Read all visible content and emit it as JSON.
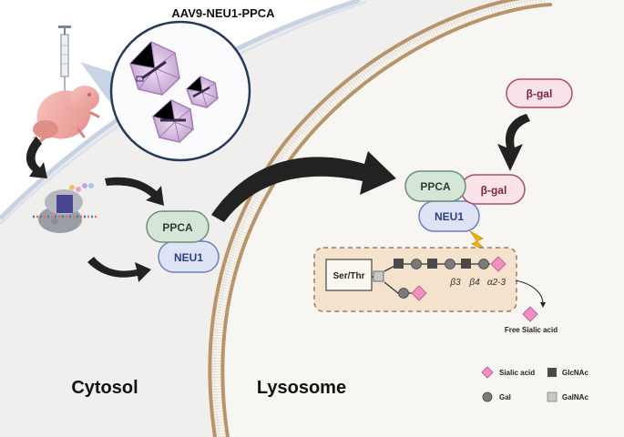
{
  "title": "AAV9-NEU1-PPCA",
  "proteins": {
    "ppca_cytosol": "PPCA",
    "neu1_cytosol": "NEU1",
    "bgal_free": "β-gal",
    "ppca_lyso": "PPCA",
    "bgal_lyso": "β-gal",
    "neu1_lyso": "NEU1"
  },
  "glycan": {
    "anchor": "Ser/Thr",
    "link1": "β3",
    "link2": "β4",
    "link3": "α2-3"
  },
  "free_sialic": "Free Sialic acid",
  "compartments": {
    "cytosol": "Cytosol",
    "lysosome": "Lysosome"
  },
  "legend": [
    {
      "label": "Sialic acid",
      "shape": "diamond",
      "color": "#f28ec0"
    },
    {
      "label": "GlcNAc",
      "shape": "square",
      "color": "#4a4a4a"
    },
    {
      "label": "Gal",
      "shape": "circle",
      "color": "#7a7a7a"
    },
    {
      "label": "GalNAc",
      "shape": "square",
      "color": "#c8c8c8"
    }
  ],
  "colors": {
    "ppca_fill": "#d5e6d8",
    "neu1_fill": "#dfe3f6",
    "bgal_fill": "#fbe3ea",
    "cell_bg": "#f1efed",
    "lysosome_bg": "#f8f6f2",
    "glycan_box": "#f4e2cc"
  }
}
